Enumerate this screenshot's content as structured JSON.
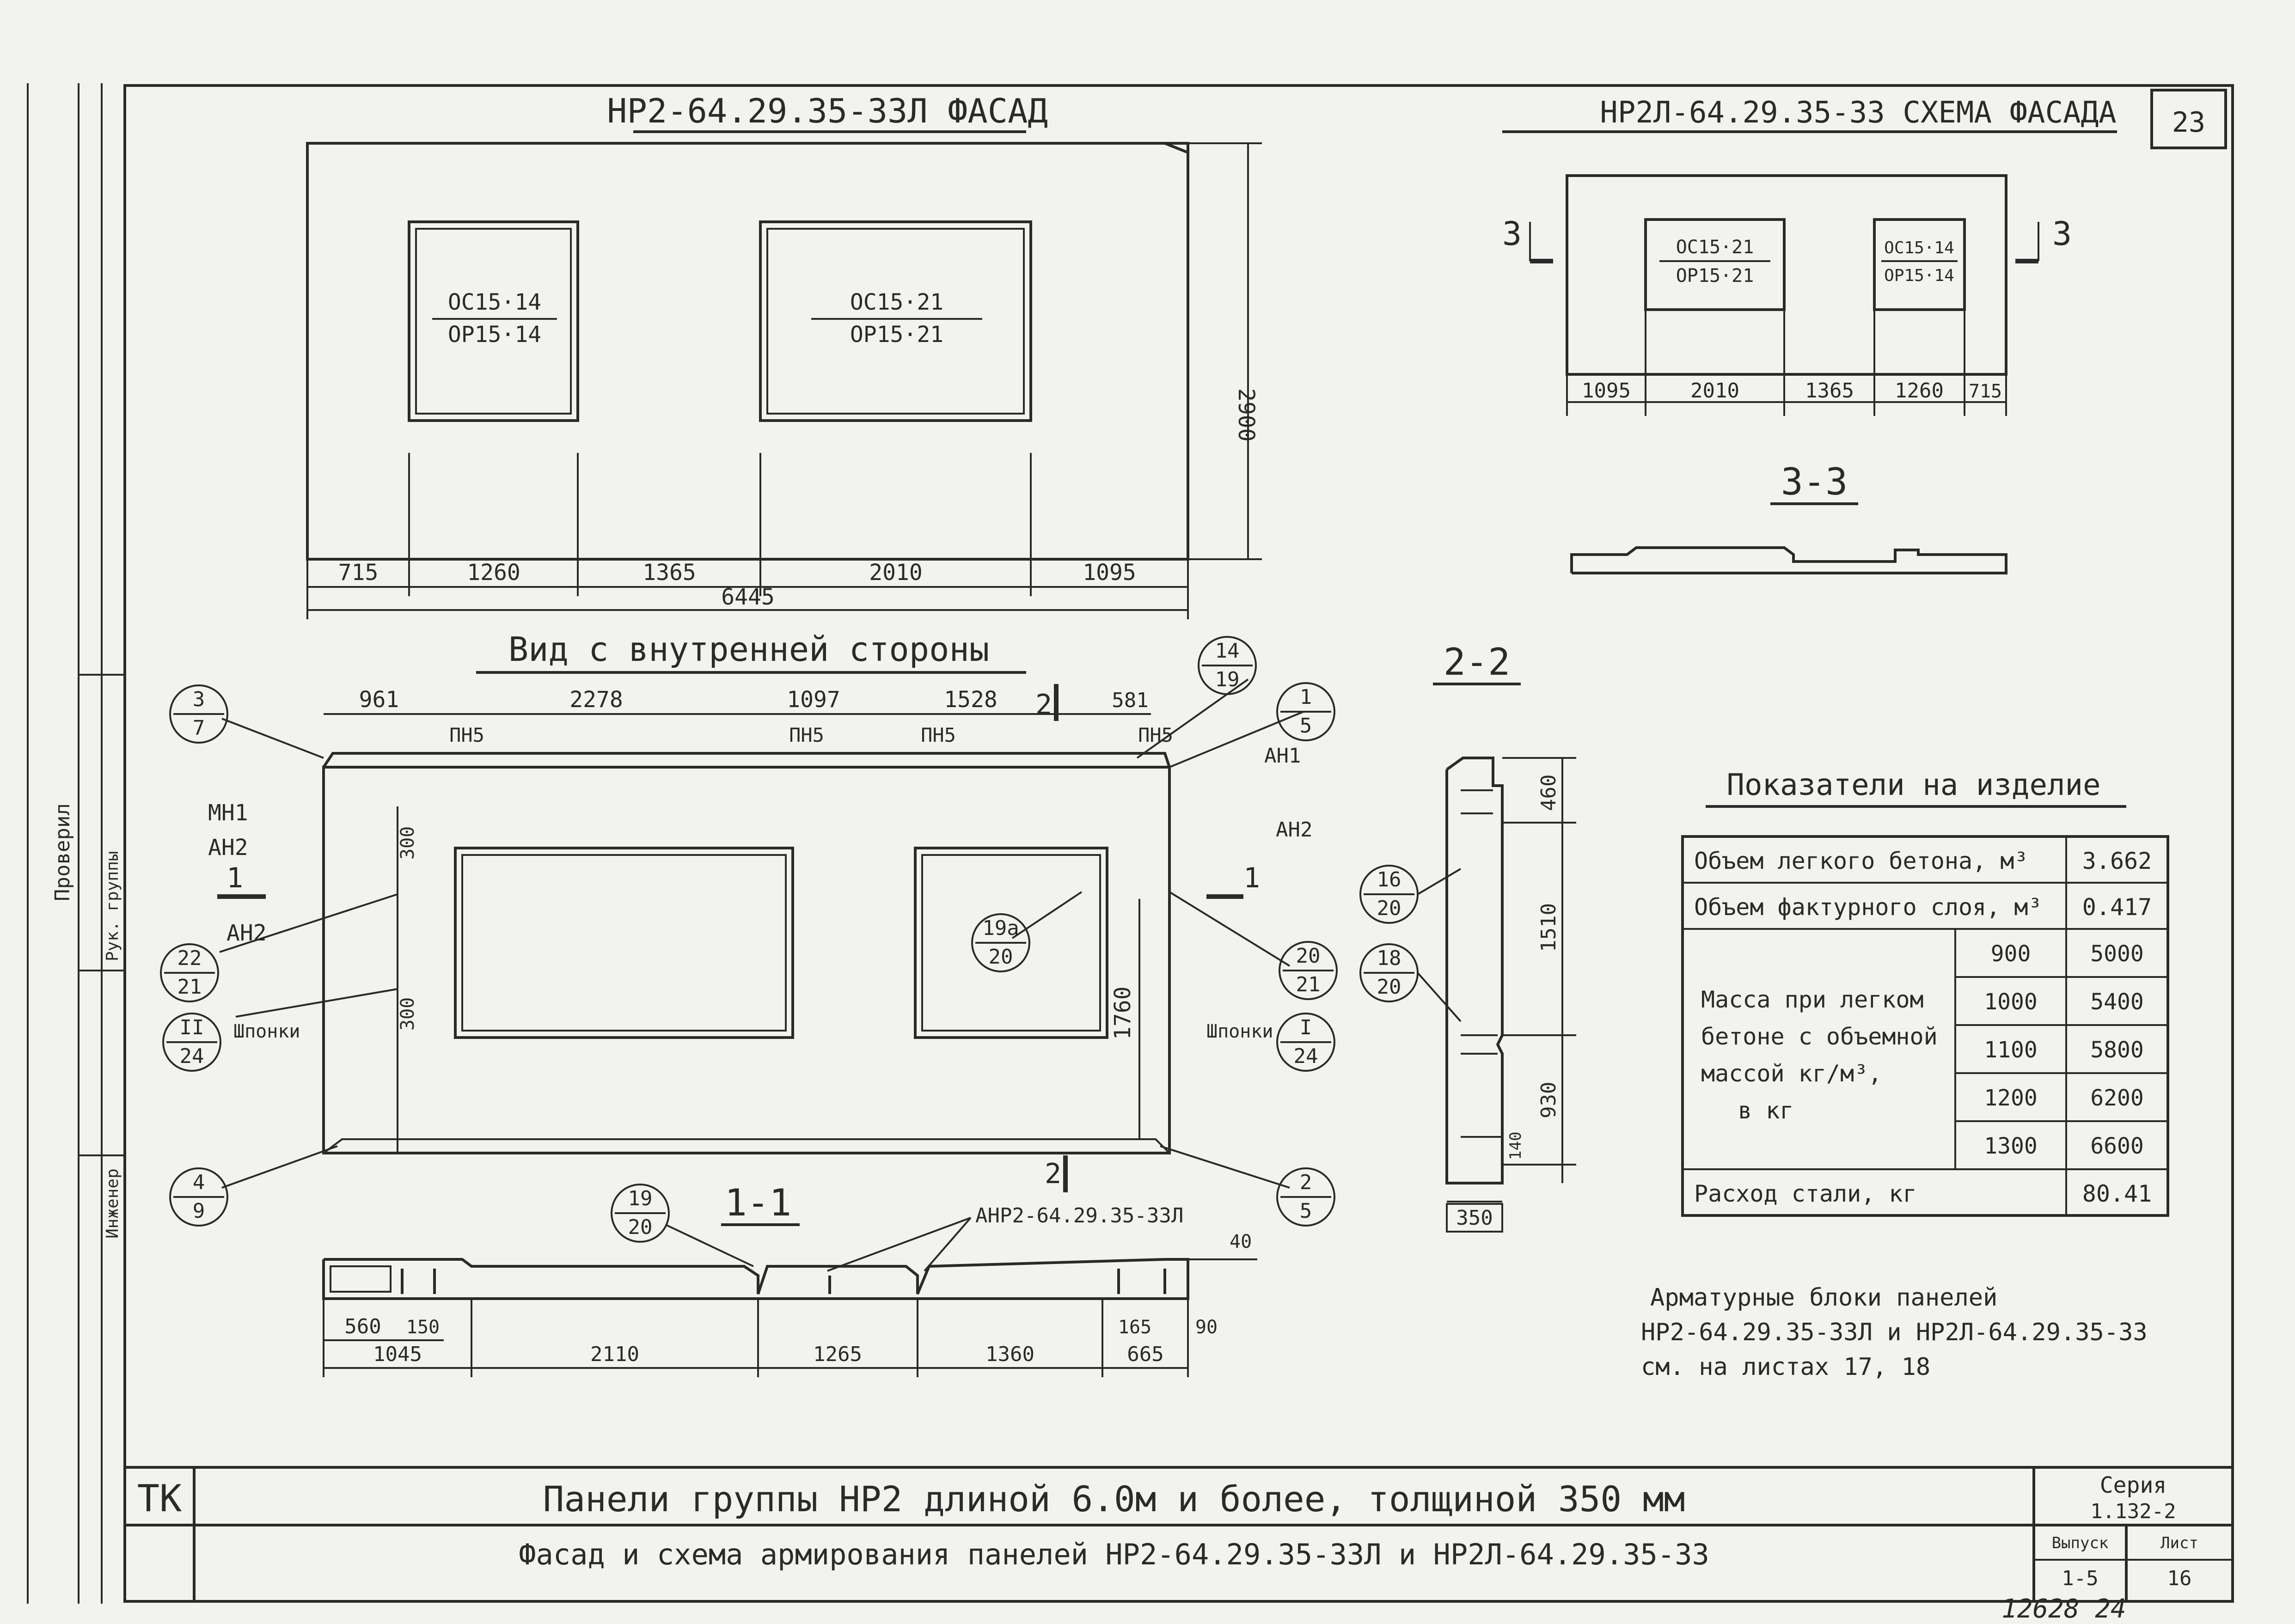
{
  "sheet_number": "23",
  "sheet_bottom_number": "12628 24",
  "facade_title": "НР2-64.29.35-33Л ФАСАД",
  "scheme_title": "НР2Л-64.29.35-33 СХЕМА ФАСАДА",
  "facade": {
    "window1_top": "ОС15·14",
    "window1_bottom": "ОР15·14",
    "window2_top": "ОС15·21",
    "window2_bottom": "ОР15·21",
    "height_dim": "2900",
    "dims": [
      "715",
      "1260",
      "1365",
      "2010",
      "1095"
    ],
    "total": "6445"
  },
  "scheme": {
    "window1_top": "ОС15·21",
    "window1_bottom": "ОР15·21",
    "window2_top": "ОС15·14",
    "window2_bottom": "ОР15·14",
    "dims": [
      "1095",
      "2010",
      "1365",
      "1260",
      "715"
    ],
    "cut_mark": "3",
    "section_title": "3-3"
  },
  "inner_view": {
    "title": "Вид с внутренней стороны",
    "top_dims": [
      "961",
      "2278",
      "1097",
      "1528",
      "581"
    ],
    "cut_mark_top": "2",
    "loops": [
      "ПН5",
      "ПН5",
      "ПН5",
      "ПН5"
    ],
    "labels": {
      "mn1": "МН1",
      "an2_left": "АН2",
      "an2_left2": "АН2",
      "an1": "АН1",
      "an2_right": "АН2",
      "shponki_left": "Шпонки",
      "shponki_right": "Шпонки",
      "cut1_left": "1",
      "cut1_right": "1"
    },
    "dim_300_top": "300",
    "dim_300_bot": "300",
    "dim_1760": "1760",
    "callouts": [
      {
        "top": "3",
        "bottom": "7"
      },
      {
        "top": "14",
        "bottom": "19"
      },
      {
        "top": "1",
        "bottom": "5"
      },
      {
        "top": "22",
        "bottom": "21"
      },
      {
        "top": "II",
        "bottom": "24"
      },
      {
        "top": "19а",
        "bottom": "20"
      },
      {
        "top": "20",
        "bottom": "21"
      },
      {
        "top": "I",
        "bottom": "24"
      },
      {
        "top": "4",
        "bottom": "9"
      },
      {
        "top": "2",
        "bottom": "5"
      },
      {
        "top": "19",
        "bottom": "20"
      },
      {
        "top": "16",
        "bottom": "20"
      },
      {
        "top": "18",
        "bottom": "20"
      }
    ]
  },
  "section_2_2": {
    "title": "2-2",
    "dims": [
      "460",
      "1510",
      "930",
      "140"
    ],
    "width": "350"
  },
  "section_1_1": {
    "title": "1-1",
    "rebar_label": "АНР2-64.29.35-33Л",
    "dim_40": "40",
    "upper_dims": [
      "560",
      "150",
      "165",
      "90"
    ],
    "lower_dims": [
      "1045",
      "2110",
      "1265",
      "1360",
      "665"
    ]
  },
  "indicators": {
    "title": "Показатели на изделие",
    "rows": [
      {
        "label": "Объем легкого бетона, м³",
        "value": "3.662"
      },
      {
        "label": "Объем фактурного слоя, м³",
        "value": "0.417"
      }
    ],
    "mass_label_lines": [
      "Масса при легком",
      "бетоне с объемной",
      "массой   кг/м³,",
      "в кг"
    ],
    "mass_rows": [
      {
        "density": "900",
        "mass": "5000"
      },
      {
        "density": "1000",
        "mass": "5400"
      },
      {
        "density": "1100",
        "mass": "5800"
      },
      {
        "density": "1200",
        "mass": "6200"
      },
      {
        "density": "1300",
        "mass": "6600"
      }
    ],
    "steel_label": "Расход   стали, кг",
    "steel_value": "80.41"
  },
  "note_lines": [
    "Арматурные блоки панелей",
    "НР2-64.29.35-33Л и НР2Л-64.29.35-33",
    "см. на листах 17, 18"
  ],
  "title_block": {
    "org": "ТК",
    "title_line1": "Панели группы НР2 длиной 6.0м и более, толщиной 350 мм",
    "title_line2": "Фасад и схема армирования панелей НР2-64.29.35-33Л и НР2Л-64.29.35-33",
    "series_label": "Серия",
    "series_value": "1.132-2",
    "issue_label": "Выпуск",
    "issue_value": "1-5",
    "sheet_label": "Лист",
    "sheet_value": "16"
  },
  "side_stamp": [
    "Проверил",
    "Рук. группы",
    "Инженер"
  ]
}
